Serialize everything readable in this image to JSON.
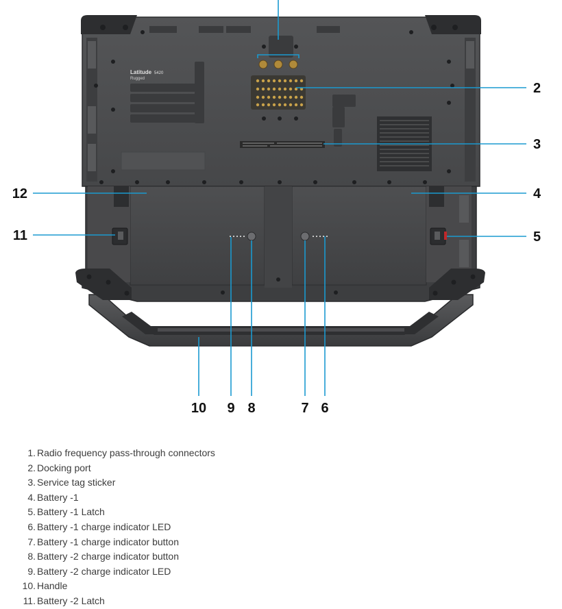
{
  "figure": {
    "brand_line1": "Latitude",
    "brand_model": "5420",
    "brand_line2": "Rugged",
    "callouts": [
      "2",
      "3",
      "4",
      "5",
      "6",
      "7",
      "8",
      "9",
      "10",
      "11",
      "12"
    ]
  },
  "legend": {
    "items": [
      {
        "num": "1.",
        "label": "Radio frequency pass-through connectors"
      },
      {
        "num": "2.",
        "label": "Docking port"
      },
      {
        "num": "3.",
        "label": "Service tag sticker"
      },
      {
        "num": "4.",
        "label": "Battery -1"
      },
      {
        "num": "5.",
        "label": "Battery -1 Latch"
      },
      {
        "num": "6.",
        "label": "Battery -1 charge indicator LED"
      },
      {
        "num": "7.",
        "label": "Battery -1 charge indicator button"
      },
      {
        "num": "8.",
        "label": "Battery -2 charge indicator button"
      },
      {
        "num": "9.",
        "label": "Battery -2 charge indicator LED"
      },
      {
        "num": "10.",
        "label": "Handle"
      },
      {
        "num": "11.",
        "label": "Battery -2 Latch"
      }
    ]
  },
  "colors": {
    "leader": "#1a9ad0",
    "chassis": "#4a4b4d",
    "chassis_dark": "#2f3032",
    "latch_accent": "#c0282a"
  }
}
